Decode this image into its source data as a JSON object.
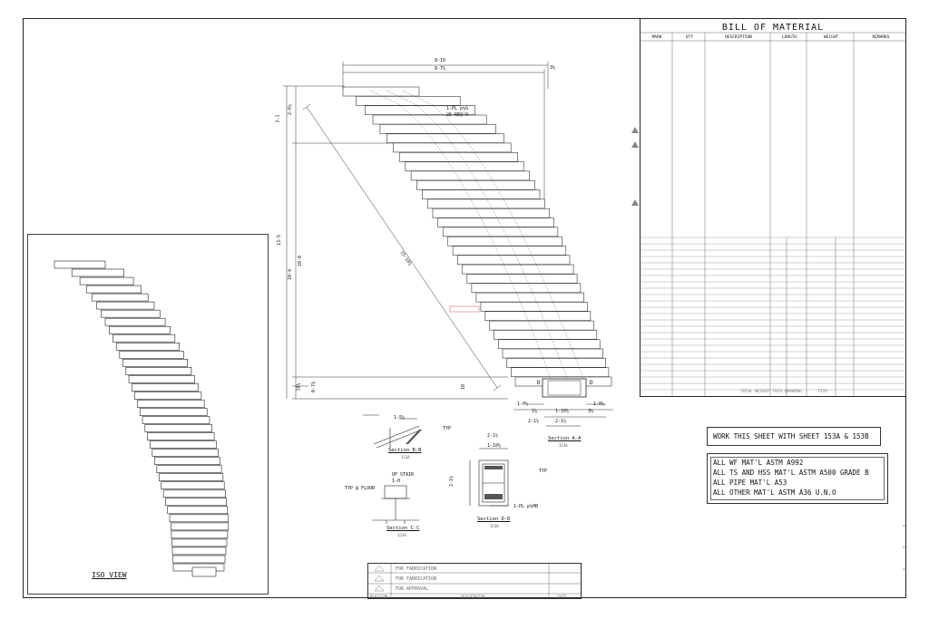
{
  "bom": {
    "title": "BILL OF MATERIAL",
    "columns": [
      "MARK",
      "QTY",
      "DESCRIPTION",
      "LENGTH",
      "WEIGHT",
      "REMARKS"
    ],
    "total_label": "TOTAL WEIGHT THIS DRAWING",
    "total_value": "7576"
  },
  "notes": {
    "work_with": "WORK THIS SHEET WITH SHEET 153A & 153B",
    "materials": [
      "ALL WF MAT'L ASTM A992",
      "ALL TS AND HSS MAT'L ASTM A500 GRADE B",
      "ALL PIPE MAT'L A53",
      "ALL OTHER MAT'L ASTM A36 U.N.O"
    ]
  },
  "iso_view": {
    "label": "ISO VIEW"
  },
  "revisions": {
    "rows": [
      "FOR FABRICATION",
      "FOR FABRICATION",
      "FOR APPROVAL"
    ],
    "col_revision": "REVISION",
    "col_description": "DESCRIPTION",
    "col_date": "DATE"
  },
  "plan": {
    "dim_top_overall": "8-10",
    "dim_top_inner": "8-7½",
    "dim_top_right": "3½",
    "dim_left_upper": "3-1",
    "dim_left_upper2": "2-6½",
    "dim_left_total": "13-5",
    "dim_left_mid": "10-0",
    "dim_left_mid2": "10-4",
    "dim_left_low": "0-7⅜",
    "dim_left_low2": "10½",
    "dim_diag": "15-10½",
    "dim_bottom_center": "10",
    "note_plate": "1-PL p½G",
    "note_req": "25 REQ'D",
    "dim_b1": "1-0½",
    "dim_b2": "2-1½",
    "dim_b3": "1-0½",
    "dim_b4": "1½",
    "dim_b5": "1-10½",
    "dim_b6": "3½",
    "dim_b7": "2-1½",
    "cut_mark": "D"
  },
  "sections": {
    "bb_title": "Section B-B",
    "bb_sub": "153A",
    "aa_title": "Section A-A",
    "aa_sub": "153A",
    "cc_title": "Section C-C",
    "cc_sub": "153A",
    "dd_title": "Section D-D",
    "dd_sub": "153A",
    "cc_note": "OF STAIR",
    "cc_typ": "TYP @ FLOOR",
    "dd_note": "1-PL p½HB",
    "typ": "TYP",
    "dd_w1": "2-1½",
    "dd_w2": "1-10½",
    "dd_h": "2-1½",
    "bb_dim": "1-5½",
    "cc_dim": "1-0"
  }
}
